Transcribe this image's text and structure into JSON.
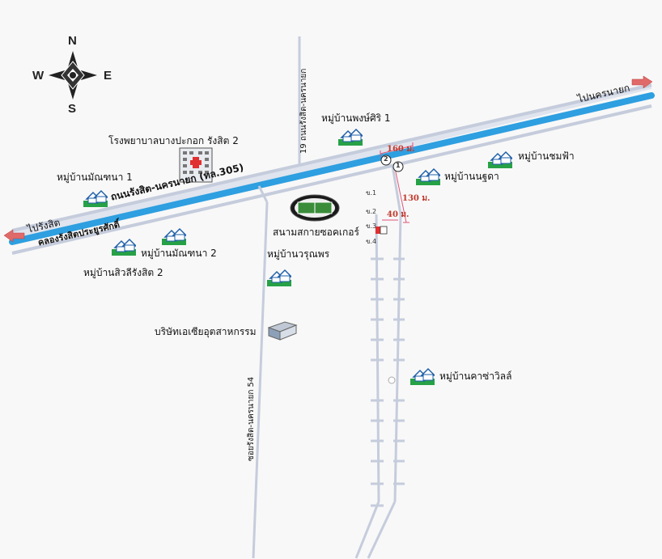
{
  "compass": {
    "north": "N",
    "south": "S",
    "east": "E",
    "west": "W"
  },
  "roads": {
    "main_road": "ถนนรังสิต-นครนายก (ทล.305)",
    "canal": "คลองรังสิตประยูรศักดิ์",
    "to_rangsit": "ไปรังสิต",
    "to_nakhon_nayok": "ไปนครนายก",
    "soi_19": "19 ถนนรังสิต-นครนายก",
    "soi_54": "ซอยรังสิต-นครนายก 54"
  },
  "places": {
    "hospital": "โรงพยาบาลบางปะกอก รังสิต 2",
    "stadium": "สนามสกายซอคเกอร์",
    "factory": "บริษัทเอเซียอุตสาหกรรม"
  },
  "villages": {
    "manthana1": "หมู่บ้านมัณฑนา 1",
    "manthana2": "หมู่บ้านมัณฑนา 2",
    "siwalee": "หมู่บ้านสิวลีรังสิต 2",
    "pongsiri": "หมู่บ้านพงษ์ศิริ 1",
    "chomfa": "หมู่บ้านชมฟ้า",
    "nalada": "หมู่บ้านนฐดา",
    "warunporn": "หมู่บ้านวรุณพร",
    "casaville": "หมู่บ้านคาซ่าวิลล์"
  },
  "distances": {
    "d160": "160 ม.",
    "d130": "130 ม.",
    "d40": "40 ม."
  },
  "points": {
    "p1": "ข.1",
    "p2": "ข.2",
    "p3": "ข.3",
    "p4": "ข.4"
  },
  "markers": {
    "m1": "1",
    "m2": "2"
  },
  "colors": {
    "canal": "#2e9fe0",
    "road": "#c9cfe0",
    "arrow": "#e06a6a",
    "measure": "#e05577",
    "village_green": "#27a146"
  }
}
